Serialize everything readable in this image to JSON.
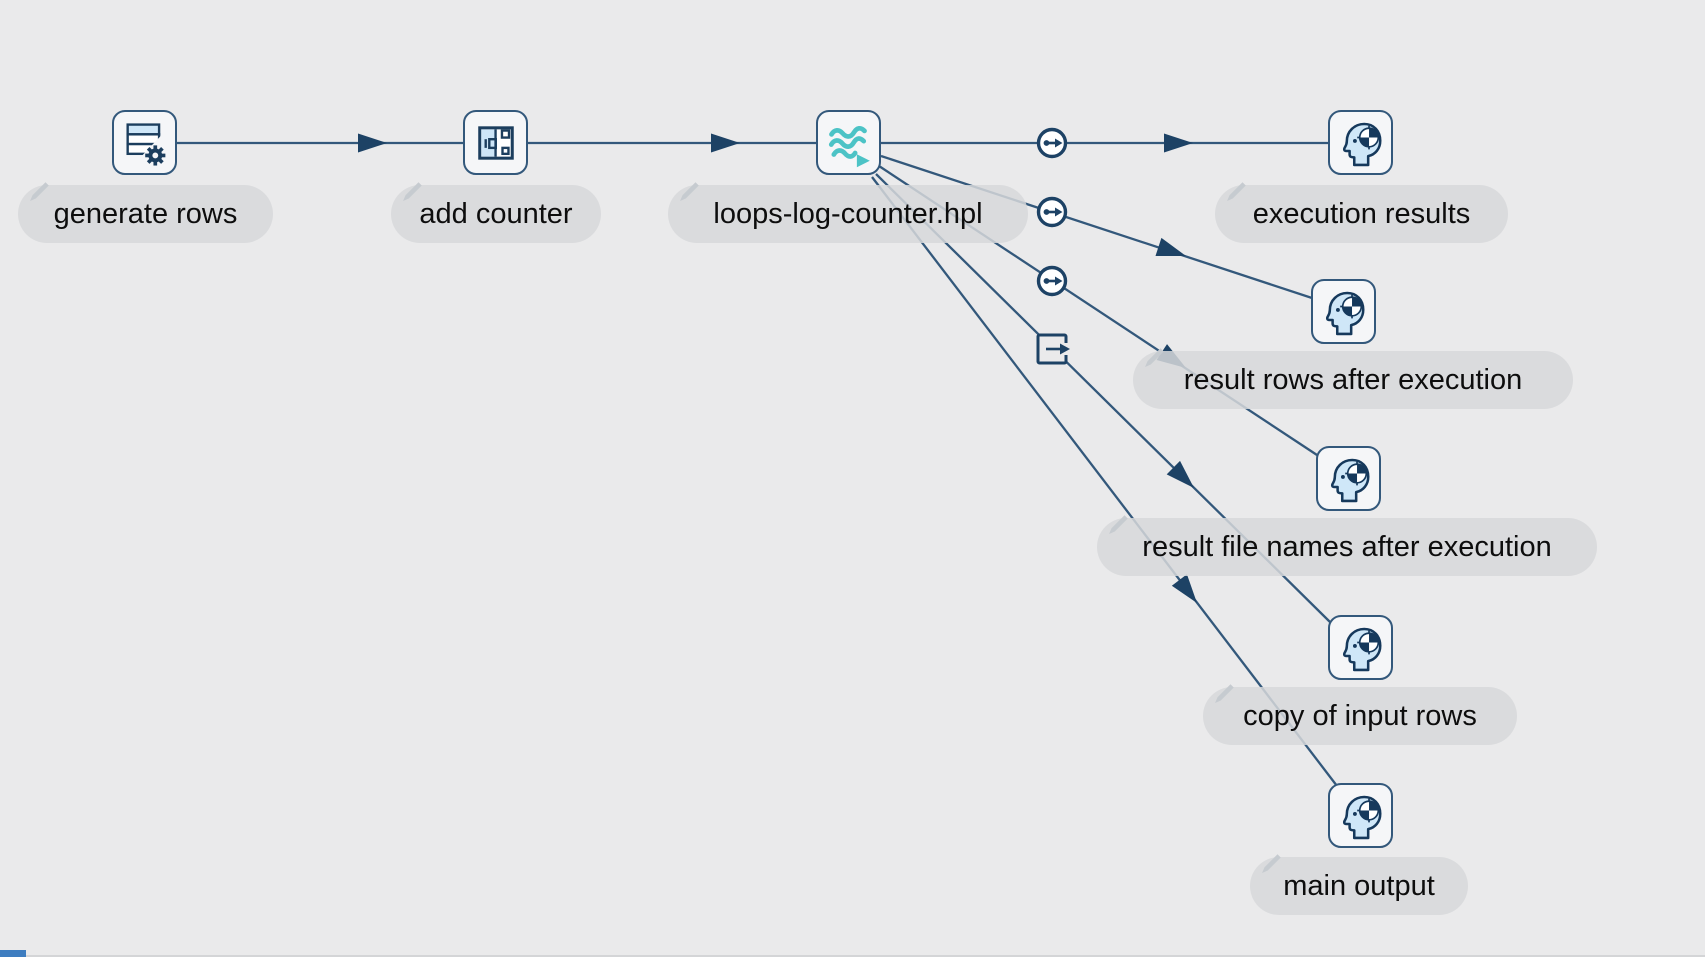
{
  "colors": {
    "canvas_bg": "#eaeaeb",
    "node_border": "#33587b",
    "node_bg": "#f5f6f8",
    "hop_line": "#33587b",
    "arrow_fill": "#1d4265",
    "icon_navy": "#1c3e5e",
    "icon_light_blue": "#cfe7f8",
    "icon_teal": "#4cc3c6",
    "label_bg": "#dadbdc",
    "label_text": "#0d0d0d"
  },
  "nodes": [
    {
      "label": "generate rows",
      "icon": "table-gear-icon"
    },
    {
      "label": "add counter",
      "icon": "io-counter-icon"
    },
    {
      "label": "loops-log-counter.hpl",
      "icon": "pipeline-waves-icon"
    },
    {
      "label": "execution results",
      "icon": "head-target-icon"
    },
    {
      "label": "result rows after execution",
      "icon": "head-target-icon"
    },
    {
      "label": "result file names after execution",
      "icon": "head-target-icon"
    },
    {
      "label": "copy of input rows",
      "icon": "head-target-icon"
    },
    {
      "label": "main output",
      "icon": "head-target-icon"
    }
  ],
  "hops": [
    {
      "from": "generate rows",
      "to": "add counter",
      "badge": ""
    },
    {
      "from": "add counter",
      "to": "loops-log-counter.hpl",
      "badge": ""
    },
    {
      "from": "loops-log-counter.hpl",
      "to": "execution results",
      "badge": "target-circle-icon"
    },
    {
      "from": "loops-log-counter.hpl",
      "to": "result rows after execution",
      "badge": "target-circle-icon"
    },
    {
      "from": "loops-log-counter.hpl",
      "to": "result file names after execution",
      "badge": "target-circle-icon"
    },
    {
      "from": "loops-log-counter.hpl",
      "to": "copy of input rows",
      "badge": "copy-output-icon"
    },
    {
      "from": "loops-log-counter.hpl",
      "to": "main output",
      "badge": ""
    }
  ]
}
